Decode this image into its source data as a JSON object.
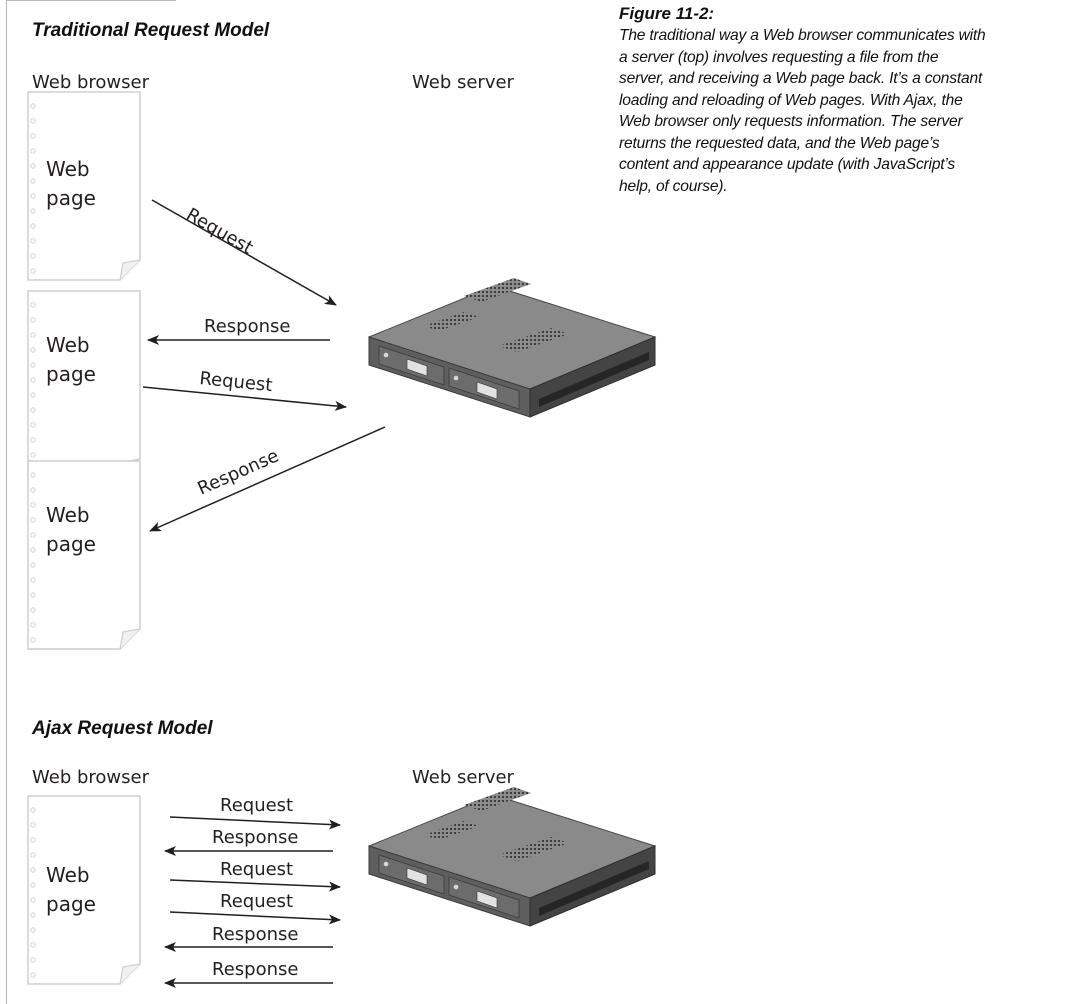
{
  "figure": {
    "number_label": "Figure 11-2:",
    "caption": "The traditional way a Web browser communicates with a server (top) involves requesting a file from the server, and receiving a Web page back. It’s a constant loading and reloading of Web pages. With Ajax, the Web browser only requests information. The server returns the requested data, and the Web page’s content and appearance update (with JavaScript’s help, of course).",
    "caption_lines": [
      "The traditional way a Web browser communicates with",
      "a server (top) involves requesting a file from the",
      "server, and receiving a Web page back. It’s a constant",
      "loading and reloading of Web pages. With Ajax, the",
      "Web browser only requests information. The server",
      "returns the requested data, and the Web page’s",
      "content and appearance update (with JavaScript’s",
      "help, of course)."
    ]
  },
  "traditional": {
    "title": "Traditional Request Model",
    "browser_label": "Web browser",
    "server_label": "Web server",
    "pages": [
      {
        "line1": "Web",
        "line2": "page"
      },
      {
        "line1": "Web",
        "line2": "page"
      },
      {
        "line1": "Web",
        "line2": "page"
      }
    ],
    "arrows": [
      {
        "label": "Request",
        "direction": "to-server"
      },
      {
        "label": "Response",
        "direction": "to-browser"
      },
      {
        "label": "Request",
        "direction": "to-server"
      },
      {
        "label": "Response",
        "direction": "to-browser"
      }
    ]
  },
  "ajax": {
    "title": "Ajax Request Model",
    "browser_label": "Web browser",
    "server_label": "Web server",
    "page": {
      "line1": "Web",
      "line2": "page"
    },
    "arrows": [
      {
        "label": "Request",
        "direction": "to-server"
      },
      {
        "label": "Response",
        "direction": "to-browser"
      },
      {
        "label": "Request",
        "direction": "to-server"
      },
      {
        "label": "Request",
        "direction": "to-server"
      },
      {
        "label": "Response",
        "direction": "to-browser"
      },
      {
        "label": "Response",
        "direction": "to-browser"
      }
    ]
  },
  "icons": {
    "document": "document-page-icon",
    "server": "rack-server-icon"
  },
  "colors": {
    "server_top": "#8a8a8a",
    "server_front": "#5a5a5a",
    "server_side": "#3f3f3f",
    "page_outline": "#cfcfcf",
    "text": "#231f20"
  }
}
